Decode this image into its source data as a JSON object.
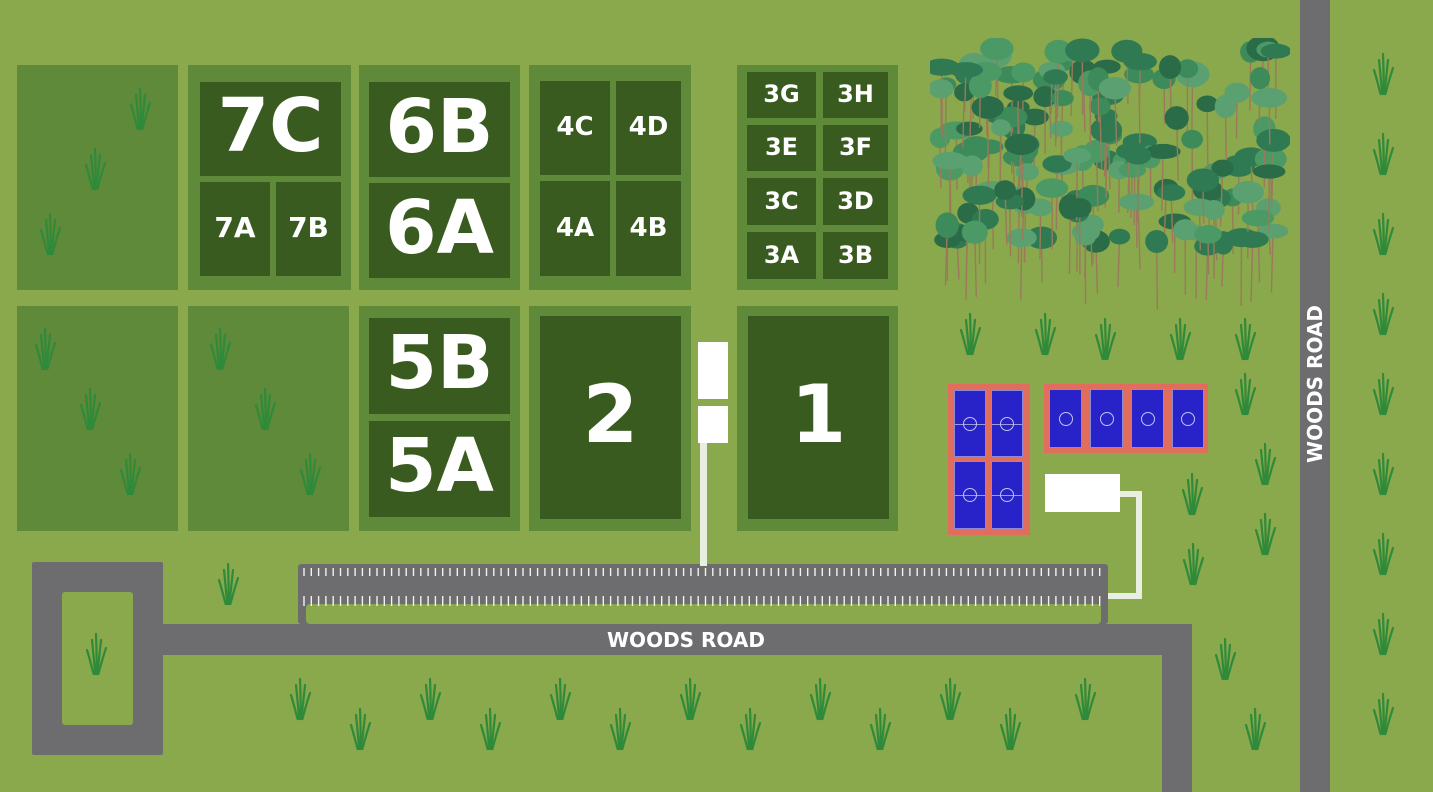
{
  "map": {
    "fields": [
      {
        "id": "7C",
        "label": "7C"
      },
      {
        "id": "7A",
        "label": "7A"
      },
      {
        "id": "7B",
        "label": "7B"
      },
      {
        "id": "6B",
        "label": "6B"
      },
      {
        "id": "6A",
        "label": "6A"
      },
      {
        "id": "4C",
        "label": "4C"
      },
      {
        "id": "4D",
        "label": "4D"
      },
      {
        "id": "4A",
        "label": "4A"
      },
      {
        "id": "4B",
        "label": "4B"
      },
      {
        "id": "3G",
        "label": "3G"
      },
      {
        "id": "3H",
        "label": "3H"
      },
      {
        "id": "3E",
        "label": "3E"
      },
      {
        "id": "3F",
        "label": "3F"
      },
      {
        "id": "3C",
        "label": "3C"
      },
      {
        "id": "3D",
        "label": "3D"
      },
      {
        "id": "3A",
        "label": "3A"
      },
      {
        "id": "3B",
        "label": "3B"
      },
      {
        "id": "5B",
        "label": "5B"
      },
      {
        "id": "5A",
        "label": "5A"
      },
      {
        "id": "2",
        "label": "2"
      },
      {
        "id": "1",
        "label": "1"
      }
    ],
    "roads": {
      "horizontal_label": "WOODS ROAD",
      "vertical_label": "WOODS ROAD"
    },
    "colors": {
      "background": "#8aa84c",
      "block": "#5e8a3a",
      "field": "#3a5b1f",
      "road": "#6d6d6f",
      "court": "#2723c9",
      "court_surround": "#e16e5c",
      "tree_canopy": "#3d8a5a"
    },
    "icons": [
      "grass-tuft-icon",
      "tree-icon",
      "court-icon",
      "building-icon",
      "parking-icon"
    ]
  }
}
